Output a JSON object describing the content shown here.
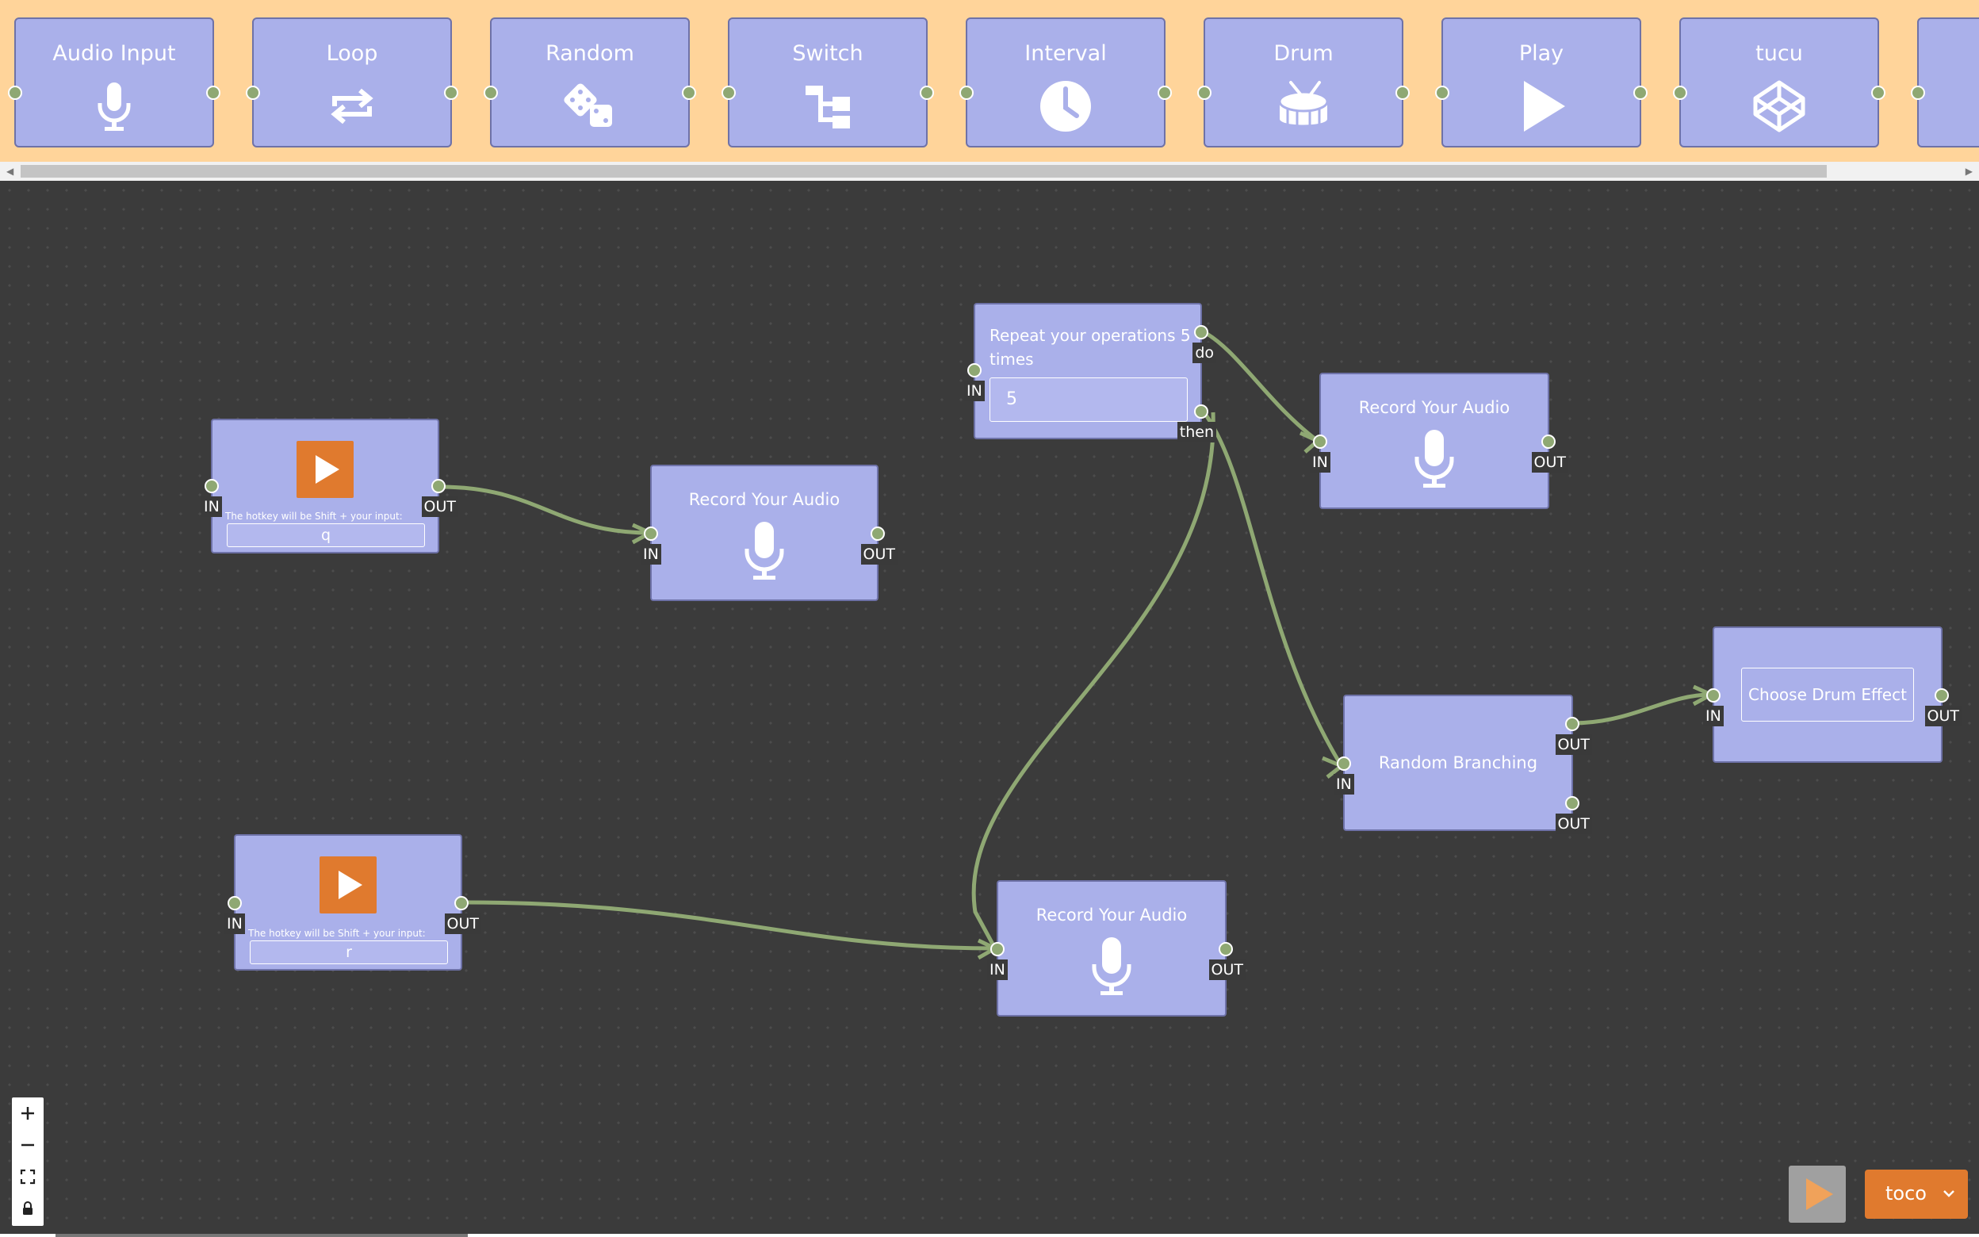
{
  "palette": {
    "items": [
      {
        "label": "Audio Input",
        "icon": "microphone-icon"
      },
      {
        "label": "Loop",
        "icon": "loop-icon"
      },
      {
        "label": "Random",
        "icon": "dice-icon"
      },
      {
        "label": "Switch",
        "icon": "switch-icon"
      },
      {
        "label": "Interval",
        "icon": "clock-icon"
      },
      {
        "label": "Drum",
        "icon": "drum-icon"
      },
      {
        "label": "Play",
        "icon": "play-icon"
      },
      {
        "label": "tucu",
        "icon": "codepen-icon"
      }
    ]
  },
  "labels": {
    "in": "IN",
    "out": "OUT",
    "do": "do",
    "then": "then"
  },
  "nodes": {
    "play_q": {
      "hotkey_text": "The hotkey will be Shift + your input:",
      "hotkey_value": "q"
    },
    "play_r": {
      "hotkey_text": "The hotkey will be Shift + your input:",
      "hotkey_value": "r"
    },
    "record_1": {
      "title": "Record Your Audio"
    },
    "record_2": {
      "title": "Record Your Audio"
    },
    "record_3": {
      "title": "Record Your Audio"
    },
    "repeat": {
      "text": "Repeat your operations 5 times",
      "value": "5"
    },
    "random_branching": {
      "title": "Random Branching"
    },
    "drum_effect": {
      "button_label": "Choose Drum Effect"
    }
  },
  "controls": {
    "zoom_in": "+",
    "zoom_out": "−",
    "project": "toco"
  },
  "colors": {
    "palette_bg": "#ffd49a",
    "node_fill": "#aab0ea",
    "port": "#8fa873",
    "edge": "#8fa873",
    "canvas": "#3b3b3b",
    "accent": "#e07a2e"
  }
}
